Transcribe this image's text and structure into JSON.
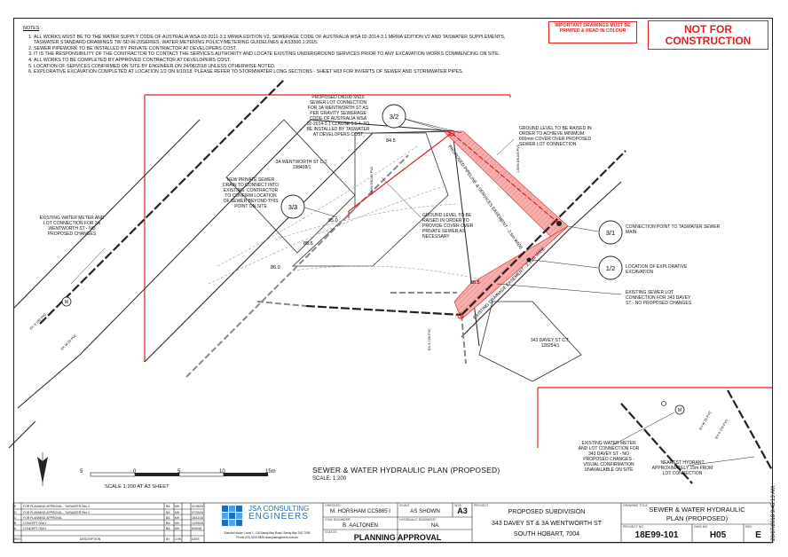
{
  "notes": {
    "heading": "NOTES",
    "items": [
      "ALL WORKS MUST BE TO THE WATER SUPPLY CODE OF AUSTRALIA WSA 03-2011-3.1 MRWA EDITION V2, SEWERAGE CODE OF AUSTRALIA WSA 02-2014-3.1 MRWA EDITION V2 AND TASWATER SUPPLEMENTS, TASWATER STANDARD DRAWINGS TW-SD-W-20SERIES, WATER METERING POLICY/METERING GUIDELINES & AS3500.1:2015.",
      "SEWER PIPEWORK TO BE INSTALLED BY PRIVATE CONTRACTOR AT DEVELOPERS COST.",
      "IT IS THE RESPONSIBILITY OF THE CONTRACTOR TO CONTACT THE SERVICES AUTHORITY AND LOCATE EXISTING UNDERGROUND SERVICES PRIOR TO ANY EXCAVATION WORKS COMMENCING ON SITE.",
      "ALL WORKS TO BE COMPLETED BY APPROVED CONTRACTOR AT DEVELOPERS COST.",
      "LOCATION OF SERVICES CONFIRMED ON SITE BY ENGINEER ON 24/08/2018 UNLESS OTHERWISE NOTED.",
      "EXPLORATIVE EXCAVATION COMPLETED AT LOCATION 1/2 ON 9/10/18. PLEASE REFER TO STORMWATER LONG SECTIONS - SHEET H03 FOR INVERTS OF SEWER AND STORMWATER PIPES."
    ]
  },
  "warning": "IMPORTANT DRAWINGS MUST BE PRINTED & READ IN COLOUR",
  "not_for_construction": "NOT FOR CONSTRUCTION",
  "colors": {
    "red": "#e02020",
    "pink": "#f4a0a0",
    "line": "#222222",
    "grey": "#888888"
  },
  "plan": {
    "title": "SEWER & WATER HYDRAULIC PLAN (PROPOSED)",
    "scale": "SCALE:  1:200",
    "scalebar_label": "SCALE 1:200 AT A3 SHEET",
    "scalebar_ticks": [
      "5",
      "0",
      "5",
      "10",
      "15m"
    ]
  },
  "labels": {
    "proposed_dn100": "PROPOSED DN100 SN10 SEWER LOT CONNECTION FOR 3A WENTWORTH ST AS PER GRAVITY SEWERAGE CODE OF AUSTRALIA WSA 02-2014-3.1 CLAUSE 5.5.4. TO BE INSTALLED BY TASWATER AT DEVELOPERS COST",
    "ground_level_top": "GROUND LEVEL TO BE RAISED IN ORDER TO ACHIEVE MINIMUM 600mm COVER OVER PROPOSED SEWER LOT CONNECTION",
    "lot_3a": "3A WENTWORTH ST C.T. 198408/1",
    "new_private": "NEW PRIVATE SEWER DRAIN TO CONNECT INTO EXISTING. CONTRACTOR TO CONFIRM LOCATION OF SEWER BEYOND THIS POINT ON SITE",
    "ground_level_mid": "GROUND LEVEL TO BE RAISED IN ORDER TO PROVIDE COVER OVER PRIVATE SEWER AS NECESSARY",
    "existing_water_left": "EXISTING WATER METER AND LOT CONNECTION FOR 3A WENTWORTH ST - NO PROPOSED CHANGES",
    "connection_point": "CONNECTION POINT TO TASWATER SEWER MAIN",
    "explorative": "LOCATION OF EXPLORATIVE EXCAVATION",
    "existing_sewer_343": "EXISTING SEWER LOT CONNECTION FOR 343 DAVEY ST - NO PROPOSED CHANGES",
    "lot_343": "343 DAVEY ST C.T. 128254/1",
    "existing_water_343": "EXISTING WATER METER AND LOT CONNECTION FOR 343 DAVEY ST - NO PROPOSED CHANGES - VISUAL CONFIRMATION UNAVAILABLE ON SITE",
    "nearest_hydrant": "NEAREST HYDRANT APPROXIMATELY 15m FROM LOT CONNECTION",
    "proposed_easement": "PROPOSED PIPELINE & SERVICES EASEMENT - 2.5m WIDE",
    "existing_easement": "EXISTING DRAINAGE EASEMENT - 2.13m WIDE",
    "tag_32": "3/2",
    "tag_33": "3/3",
    "tag_31": "3/1",
    "tag_12": "1/2",
    "contour_845": "84.5",
    "contour_850": "85.0",
    "contour_855": "85.5",
    "contour_860": "86.0",
    "contour_855b": "85.5",
    "pipe_a": "1.50% DN100 PVC",
    "pipe_b": "1.50% DN100 PVC",
    "ex_s_a": "EX S 150 PVC",
    "ex_s_b": "EX S 150 PVC",
    "ex_w_a": "EX W 25 PVC",
    "ex_s_c": "EX S 150 PVC",
    "ex_w_b": "EX W 25 PVC",
    "meter": "M"
  },
  "title_block": {
    "revisions": [
      {
        "rev": "E",
        "desc": "FOR PLANNING APPROVAL - TASWATER Rev 2",
        "by": "BA",
        "chk": "MH",
        "date": "21/08/19"
      },
      {
        "rev": "D",
        "desc": "FOR PLANNING APPROVAL - TASWATER Rev 1",
        "by": "BA",
        "chk": "MH",
        "date": "07/03/19"
      },
      {
        "rev": "C",
        "desc": "FOR PLANNING APPROVAL",
        "by": "BA",
        "chk": "MH",
        "date": "18/11/18"
      },
      {
        "rev": "B",
        "desc": "CONCEPT ONLY",
        "by": "BA",
        "chk": "MH",
        "date": "12/09/18"
      },
      {
        "rev": "A",
        "desc": "CONCEPT ONLY",
        "by": "BA",
        "chk": "MH",
        "date": "6/09/18"
      }
    ],
    "rev_headers": [
      "REV",
      "DESCRIPTION",
      "BY",
      "CHK",
      "DATE"
    ],
    "company_line1": "JSA CONSULTING",
    "company_line2": "ENGINEERS",
    "company_address": "Elandra House, Level 1, 118 Sandy Bay Road, Sandy Bay TAS 7005",
    "company_contact": "Phone (03) 6224 9826    www.jsaengineers.com.au",
    "checked_label": "CHECKED",
    "checked_value": "M. HORSHAM CC5865 I",
    "scale_label": "SCALE",
    "scale_value": "AS SHOWN",
    "size_label": "SIZE",
    "size_value": "A3",
    "civil_label": "CIVIL ENGINEER",
    "civil_value": "B. AALTONEN",
    "hydraulic_label": "HYDRAULIC ENGINEER",
    "hydraulic_value": "NA",
    "status_label": "STATUS",
    "status_value": "PLANNING APPROVAL",
    "project_label": "PROJECT",
    "project_line1": "PROPOSED SUBDIVISION",
    "project_line2": "343 DAVEY ST & 3A WENTWORTH ST",
    "project_line3": "SOUTH HOBART, 7004",
    "drawing_title_label": "DRAWING TITLE",
    "drawing_title_line1": "SEWER & WATER HYDRAULIC",
    "drawing_title_line2": "PLAN (PROPOSED)",
    "project_no_label": "PROJECT NO",
    "project_no": "18E99-101",
    "dwg_no_label": "DWG NO",
    "dwg_no": "H05",
    "rev_label": "REV",
    "rev_value": "E"
  },
  "side_timestamp": "20/07/2018 9:45:13 AM"
}
